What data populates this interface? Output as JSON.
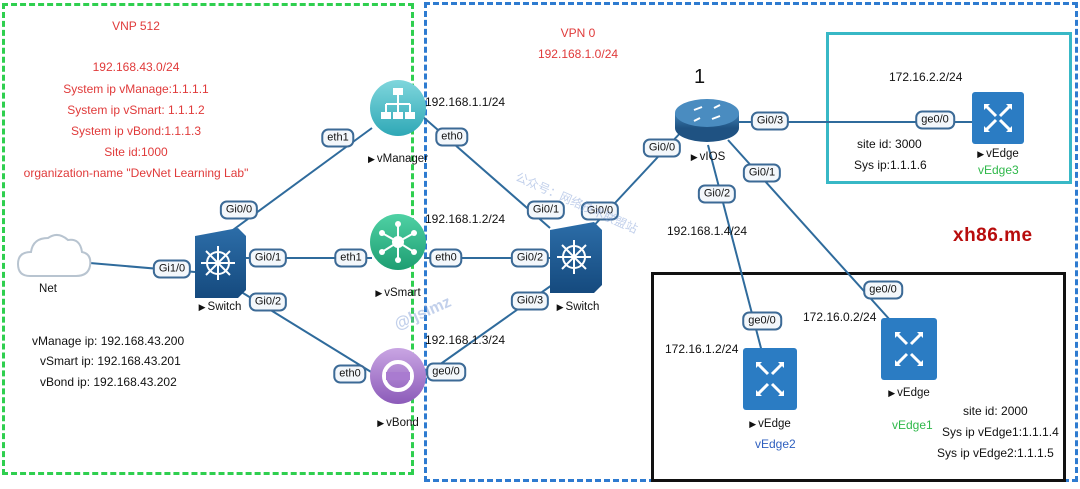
{
  "vnp": {
    "title": "VNP 512",
    "lines": [
      "192.168.43.0/24",
      "System ip vManage:1.1.1.1",
      "System ip vSmart: 1.1.1.2",
      "System ip vBond:1.1.1.3",
      "Site id:1000",
      "organization-name \"DevNet Learning Lab\""
    ],
    "mgmt_ips": [
      "vManage ip: 192.168.43.200",
      "vSmart ip: 192.168.43.201",
      "vBond ip: 192.168.43.202"
    ]
  },
  "vpn": {
    "title": "VPN 0",
    "subnet": "192.168.1.0/24"
  },
  "devices": {
    "net": "Net",
    "switch_left": "Switch",
    "switch_right": "Switch",
    "vmanager": "vManager",
    "vsmart": "vSmart",
    "vbond": "vBond",
    "vios": "vIOS",
    "vedge3": "vEdge",
    "vedge2": "vEdge",
    "vedge1": "vEdge"
  },
  "device_names": {
    "vedge3": "vEdge3",
    "vedge2": "vEdge2",
    "vedge1": "vEdge1"
  },
  "ports": {
    "eth1_vmanager": "eth1",
    "eth0_vmanager": "eth0",
    "gi00_swl": "Gi0/0",
    "gi01_swl": "Gi0/1",
    "gi02_swl": "Gi0/2",
    "gi10_swl": "Gi1/0",
    "eth1_vsmart": "eth1",
    "eth0_vsmart": "eth0",
    "eth0_vbond": "eth0",
    "ge00_vbond": "ge0/0",
    "gi01_swr": "Gi0/1",
    "gi02_swr": "Gi0/2",
    "gi03_swr": "Gi0/3",
    "gi00_swr": "Gi0/0",
    "gi00_vios": "Gi0/0",
    "gi03_vios": "Gi0/3",
    "gi02_vios": "Gi0/2",
    "gi01_vios": "Gi0/1",
    "ge00_vedge3": "ge0/0",
    "ge00_vedge2": "ge0/0",
    "ge00_vedge1": "ge0/0"
  },
  "ips": {
    "vmanager": "192.168.1.1/24",
    "vsmart": "192.168.1.2/24",
    "vbond": "192.168.1.3/24",
    "vios_gi02": "192.168.1.4/24",
    "vedge3": "172.16.2.2/24",
    "vedge2": "172.16.1.2/24",
    "vedge1": "172.16.0.2/24"
  },
  "vedge3_info": [
    "site id: 3000",
    "Sys ip:1.1.1.6"
  ],
  "vedge12_info": [
    "site id: 2000",
    "Sys ip vEdge1:1.1.1.4",
    "Sys ip vEdge2:1.1.1.5"
  ],
  "marker": "1",
  "brand": "xh86.me",
  "watermark": {
    "diag": "公众号：网络技术联盟站",
    "handle": "@ljslmz"
  },
  "colors": {
    "green": "#2fcf4f",
    "blue": "#2e7bd0",
    "cyan": "#38b8c6",
    "red": "#e03a3a",
    "link": "#2f6b9c"
  }
}
